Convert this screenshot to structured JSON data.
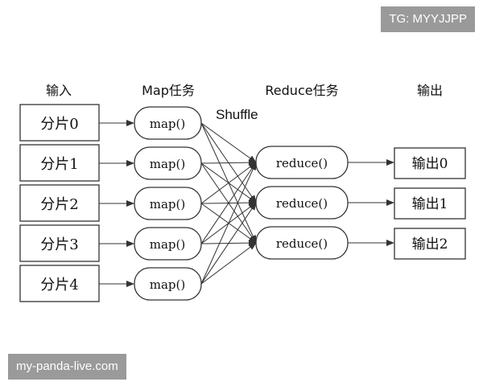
{
  "headers": {
    "input": "输入",
    "map": "Map任务",
    "reduce": "Reduce任务",
    "output": "输出"
  },
  "shuffle_label": "Shuffle",
  "splits": [
    "分片0",
    "分片1",
    "分片2",
    "分片3",
    "分片4"
  ],
  "map_tasks": [
    "map()",
    "map()",
    "map()",
    "map()",
    "map()"
  ],
  "reduce_tasks": [
    "reduce()",
    "reduce()",
    "reduce()"
  ],
  "outputs": [
    "输出0",
    "输出1",
    "输出2"
  ],
  "watermarks": {
    "top_right": "TG: MYYJJPP",
    "bottom_left": "my-panda-live.com"
  },
  "colors": {
    "stroke": "#333333",
    "text": "#111111",
    "watermark_bg": "#9a9a9a"
  }
}
